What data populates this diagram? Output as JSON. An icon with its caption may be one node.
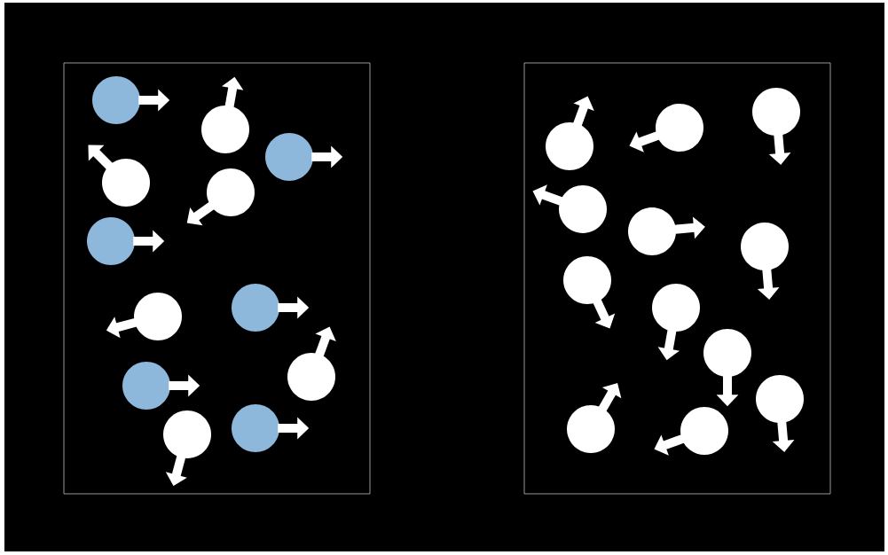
{
  "diagram": {
    "nodes": [
      {
        "text": [],
        "shape": "box"
      },
      {
        "text": [],
        "shape": "circle",
        "in": 0
      },
      {
        "text": [],
        "shape": "circle",
        "in": 0
      },
      {
        "text": [],
        "shape": "circle",
        "in": 0
      },
      {
        "text": [],
        "shape": "circle",
        "in": 0
      },
      {
        "text": [],
        "shape": "circle",
        "in": 0
      },
      {
        "text": [],
        "shape": "circle",
        "in": 0
      },
      {
        "text": [],
        "shape": "circle",
        "in": 0
      },
      {
        "text": [],
        "shape": "circle",
        "in": 0
      },
      {
        "text": [],
        "shape": "circle",
        "in": 0
      },
      {
        "text": [],
        "shape": "circle",
        "in": 0
      },
      {
        "text": [],
        "shape": "circle",
        "in": 0
      },
      {
        "text": [],
        "shape": "circle",
        "in": 0
      },
      {
        "text": [],
        "shape": "box"
      },
      {
        "text": [],
        "shape": "circle",
        "in": 13
      },
      {
        "text": [],
        "shape": "circle",
        "in": 13
      },
      {
        "text": [],
        "shape": "circle",
        "in": 13
      },
      {
        "text": [],
        "shape": "circle",
        "in": 13
      },
      {
        "text": [],
        "shape": "circle",
        "in": 13
      },
      {
        "text": [],
        "shape": "circle",
        "in": 13
      },
      {
        "text": [],
        "shape": "circle",
        "in": 13
      },
      {
        "text": [],
        "shape": "circle",
        "in": 13
      },
      {
        "text": [],
        "shape": "circle",
        "in": 13
      },
      {
        "text": [],
        "shape": "circle",
        "in": 13
      },
      {
        "text": [],
        "shape": "circle",
        "in": 13
      },
      {
        "text": [],
        "shape": "circle",
        "in": 13
      }
    ]
  }
}
